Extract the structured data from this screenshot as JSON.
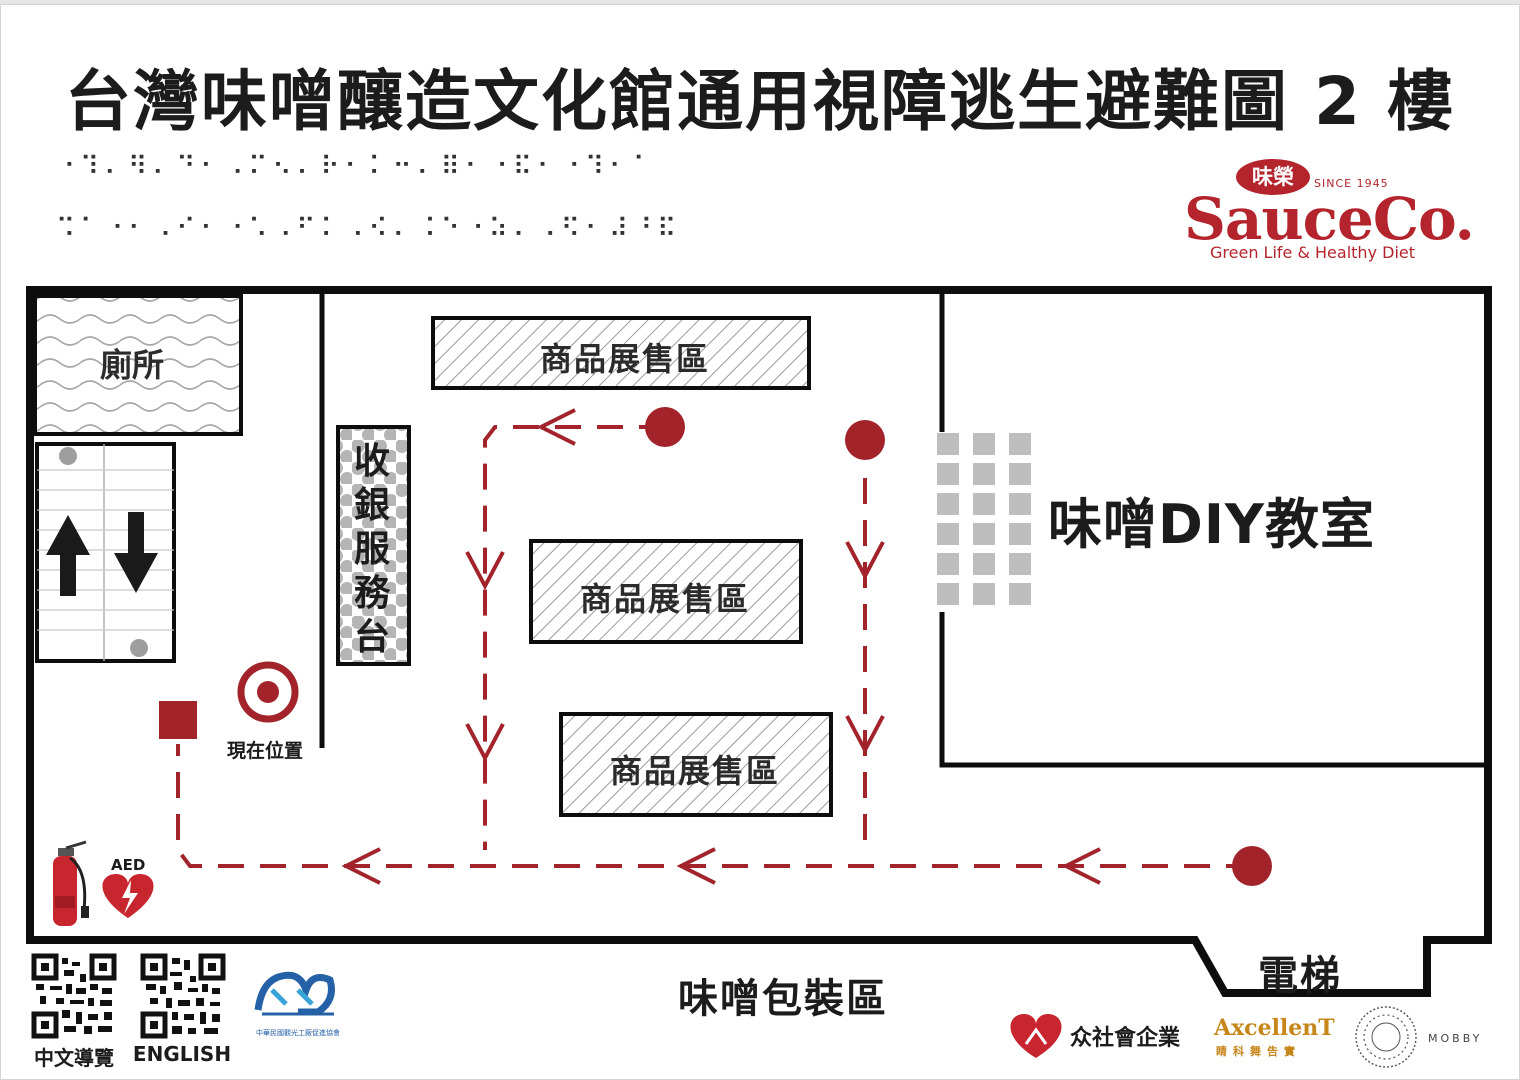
{
  "title": "台灣味噌釀造文化館通用視障逃生避難圖 2 樓",
  "braille": {
    "line1": "⠐⠹⠄⠻⠄⠙⠂⠠⠍⠢⠄⠗⠂⠅⠒⠄⠿⠂⠐⠯⠂⠐⠹⠂⠁",
    "line2": "⠩⠁⠐⠂⠠⠊⠂⠐⠡⠠⠋⠅⠠⠪⠄⠨⠑⠐⠵⠄⠠⠫⠂⠼⠘⠯"
  },
  "logo": {
    "badge": "味榮",
    "since": "SINCE 1945",
    "wordmark": "SauceCo.",
    "tagline": "Green Life & Healthy Diet",
    "color": "#b3242c"
  },
  "floorplan": {
    "toilet": "廁所",
    "cashier": "收銀服務台",
    "product_zones": [
      "商品展售區",
      "商品展售區",
      "商品展售區"
    ],
    "diy_classroom": "味噌DIY教室",
    "current_location": "現在位置",
    "packaging_area": "味噌包裝區",
    "elevator": "電梯",
    "aed": "AED",
    "icons": [
      "toilet-icon",
      "escalator-up-icon",
      "escalator-down-icon",
      "fire-extinguisher-icon",
      "aed-heart-icon",
      "current-location-icon",
      "exit-marker-icon"
    ]
  },
  "colors": {
    "route": "#a3232b",
    "wall": "#0d0d0d",
    "hatch": "#9a9a9a"
  },
  "footer": {
    "qr_labels": [
      "中文導覽",
      "ENGLISH"
    ],
    "partners": {
      "social": "众社會企業",
      "excellent": "AxcellenT",
      "excellent_sub": "睛科舞告實",
      "mobby": "MOBBY",
      "tpfa_sub": "中華民國觀光工廠促進協會"
    }
  }
}
